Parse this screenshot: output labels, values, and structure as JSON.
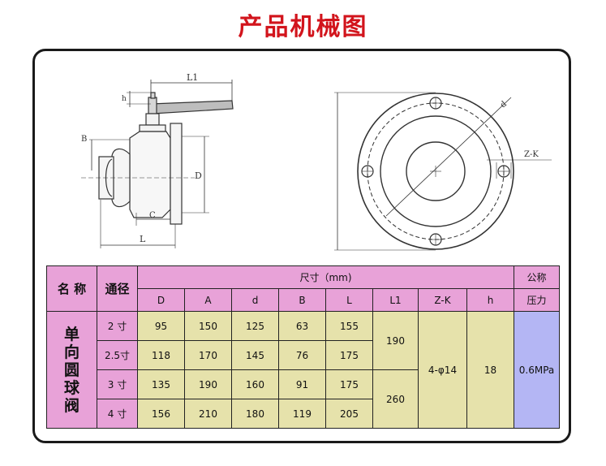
{
  "title": "产品机械图",
  "drawing_labels": {
    "l1": "L1",
    "h": "h",
    "b": "B",
    "d_big": "D",
    "c": "C",
    "l": "L",
    "d_small": "d",
    "zk": "Z-K"
  },
  "table": {
    "col_name": "名 称",
    "col_bore": "通径",
    "size_group": "尺寸（mm)",
    "pressure_l1": "公称",
    "pressure_l2": "压力",
    "headers": [
      "D",
      "A",
      "d",
      "B",
      "L",
      "L1",
      "Z-K",
      "h"
    ],
    "product_chars": [
      "单",
      "向",
      "圆",
      "球",
      "阀"
    ],
    "rows": [
      {
        "bore": "2 寸",
        "D": "95",
        "A": "150",
        "d": "125",
        "B": "63",
        "L": "155"
      },
      {
        "bore": "2.5寸",
        "D": "118",
        "A": "170",
        "d": "145",
        "B": "76",
        "L": "175"
      },
      {
        "bore": "3 寸",
        "D": "135",
        "A": "190",
        "d": "160",
        "B": "91",
        "L": "175"
      },
      {
        "bore": "4 寸",
        "D": "156",
        "A": "210",
        "d": "180",
        "B": "119",
        "L": "205"
      }
    ],
    "l1_top": "190",
    "l1_bottom": "260",
    "zk": "4-φ14",
    "h": "18",
    "pressure": "0.6MPa"
  },
  "colors": {
    "title": "#d2141c",
    "header_pink": "#e8a2d8",
    "cell_tan": "#e6e2ab",
    "pressure_blue": "#b4b6f4"
  }
}
